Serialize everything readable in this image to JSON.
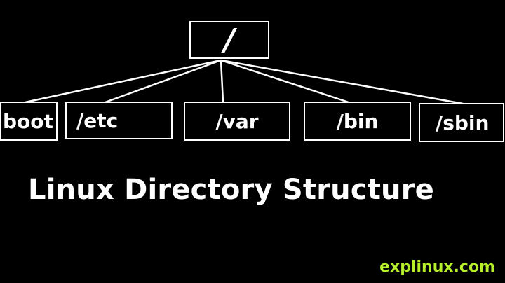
{
  "tree": {
    "root": "/",
    "children": [
      "boot",
      "/etc",
      "/var",
      "/bin",
      "/sbin"
    ]
  },
  "title": "Linux Directory Structure",
  "watermark": "explinux.com",
  "colors": {
    "background": "#000000",
    "lines": "#ffffff",
    "text": "#ffffff",
    "watermark": "#b7f02a"
  }
}
